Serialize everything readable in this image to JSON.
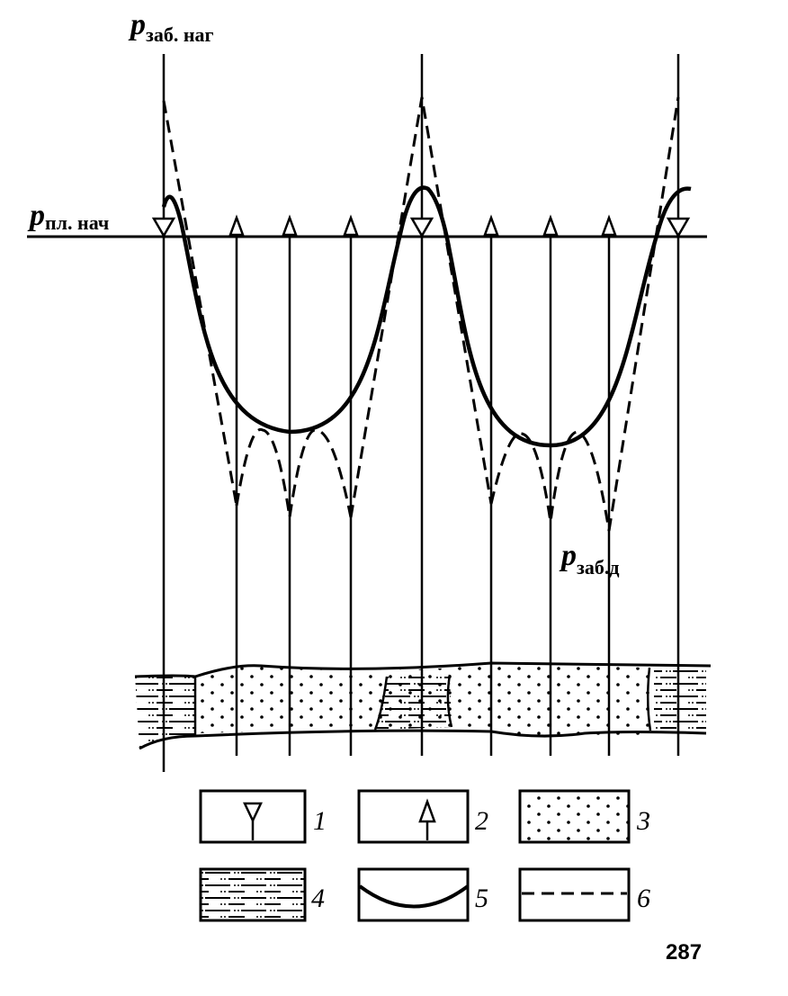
{
  "labels": {
    "p_inj": {
      "symbol": "p",
      "subscript": "заб. наг"
    },
    "p_init": {
      "symbol": "p",
      "subscript": "пл. нач"
    },
    "p_prod": {
      "symbol": "p",
      "subscript": "заб.д"
    }
  },
  "legend": [
    {
      "number": "1",
      "icon": "injection-well-icon"
    },
    {
      "number": "2",
      "icon": "production-well-icon"
    },
    {
      "number": "3",
      "icon": "sandstone-pattern"
    },
    {
      "number": "4",
      "icon": "clay-pattern"
    },
    {
      "number": "5",
      "icon": "solid-curve-icon"
    },
    {
      "number": "6",
      "icon": "dashed-line-icon"
    }
  ],
  "page_number": "287"
}
